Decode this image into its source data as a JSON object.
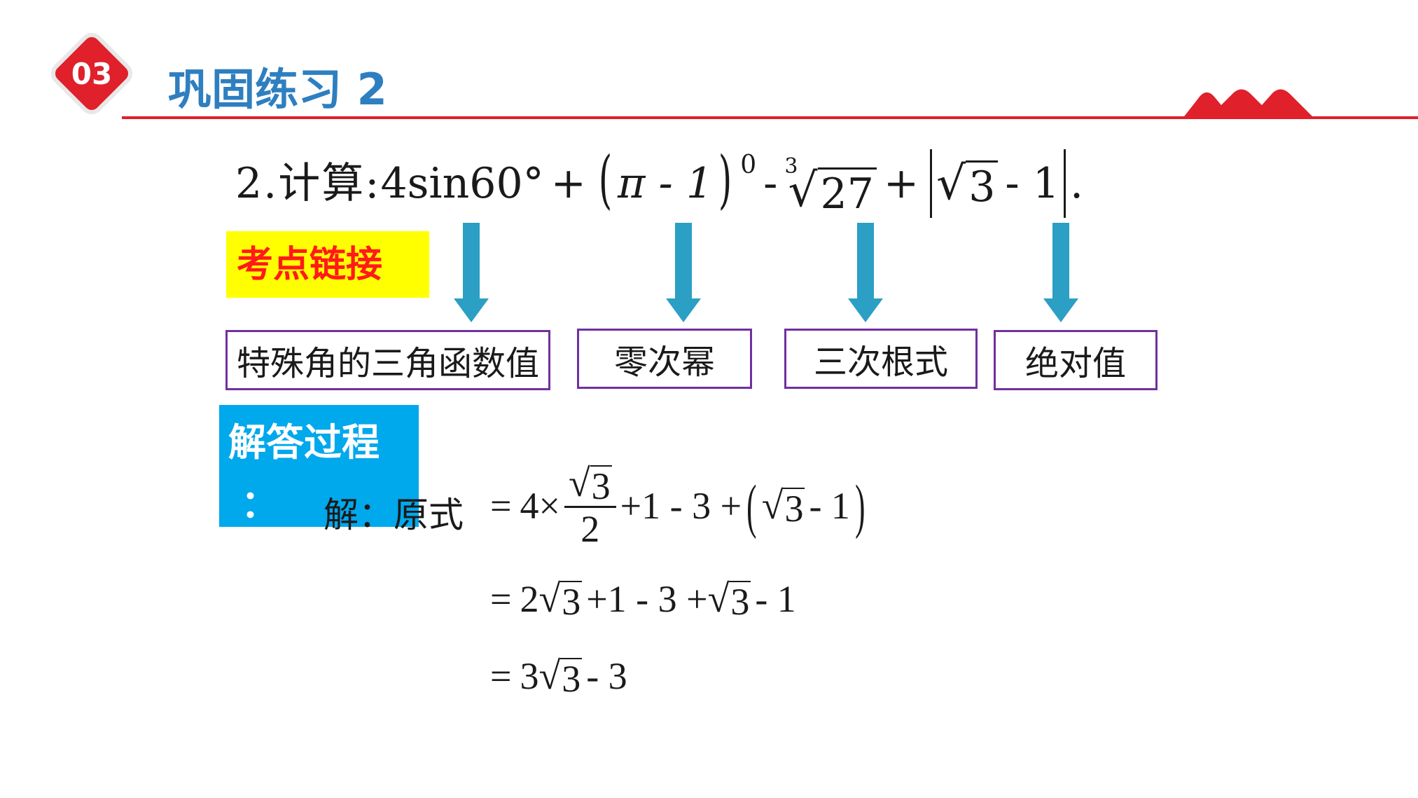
{
  "header": {
    "badge_number": "03",
    "title": "巩固练习 2",
    "accent_color": "#e0202a",
    "title_color": "#2e7fc0"
  },
  "problem": {
    "label": "2.计算:",
    "t1": "4sin60°",
    "plus1": "+",
    "pi_minus": "π - 1",
    "exp0": "0",
    "minus1": "-",
    "root_index": "3",
    "root27": "27",
    "plus2": "+",
    "root3": "3",
    "minus_one": "- 1",
    "period": "."
  },
  "knowledge": {
    "label": "考点链接",
    "items": [
      "特殊角的三角函数值",
      "零次幂",
      "三次根式",
      "绝对值"
    ],
    "box_color": "#7030a0",
    "arrow_color": "#2b9fc4"
  },
  "solution": {
    "label": "解答过程",
    "colon": "：",
    "intro": "解：原式",
    "step1": {
      "eq": "=",
      "a": "4",
      "times": "×",
      "num": "3",
      "den": "2",
      "rest": "+1 - 3 +",
      "inner_root": "3",
      "inner_rest": "- 1"
    },
    "step2": {
      "eq": "=",
      "a": "2",
      "root1": "3",
      "mid": "+1 - 3 +",
      "root2": "3",
      "tail": "- 1"
    },
    "step3": {
      "eq": "=",
      "a": "3",
      "root": "3",
      "tail": "- 3"
    }
  }
}
